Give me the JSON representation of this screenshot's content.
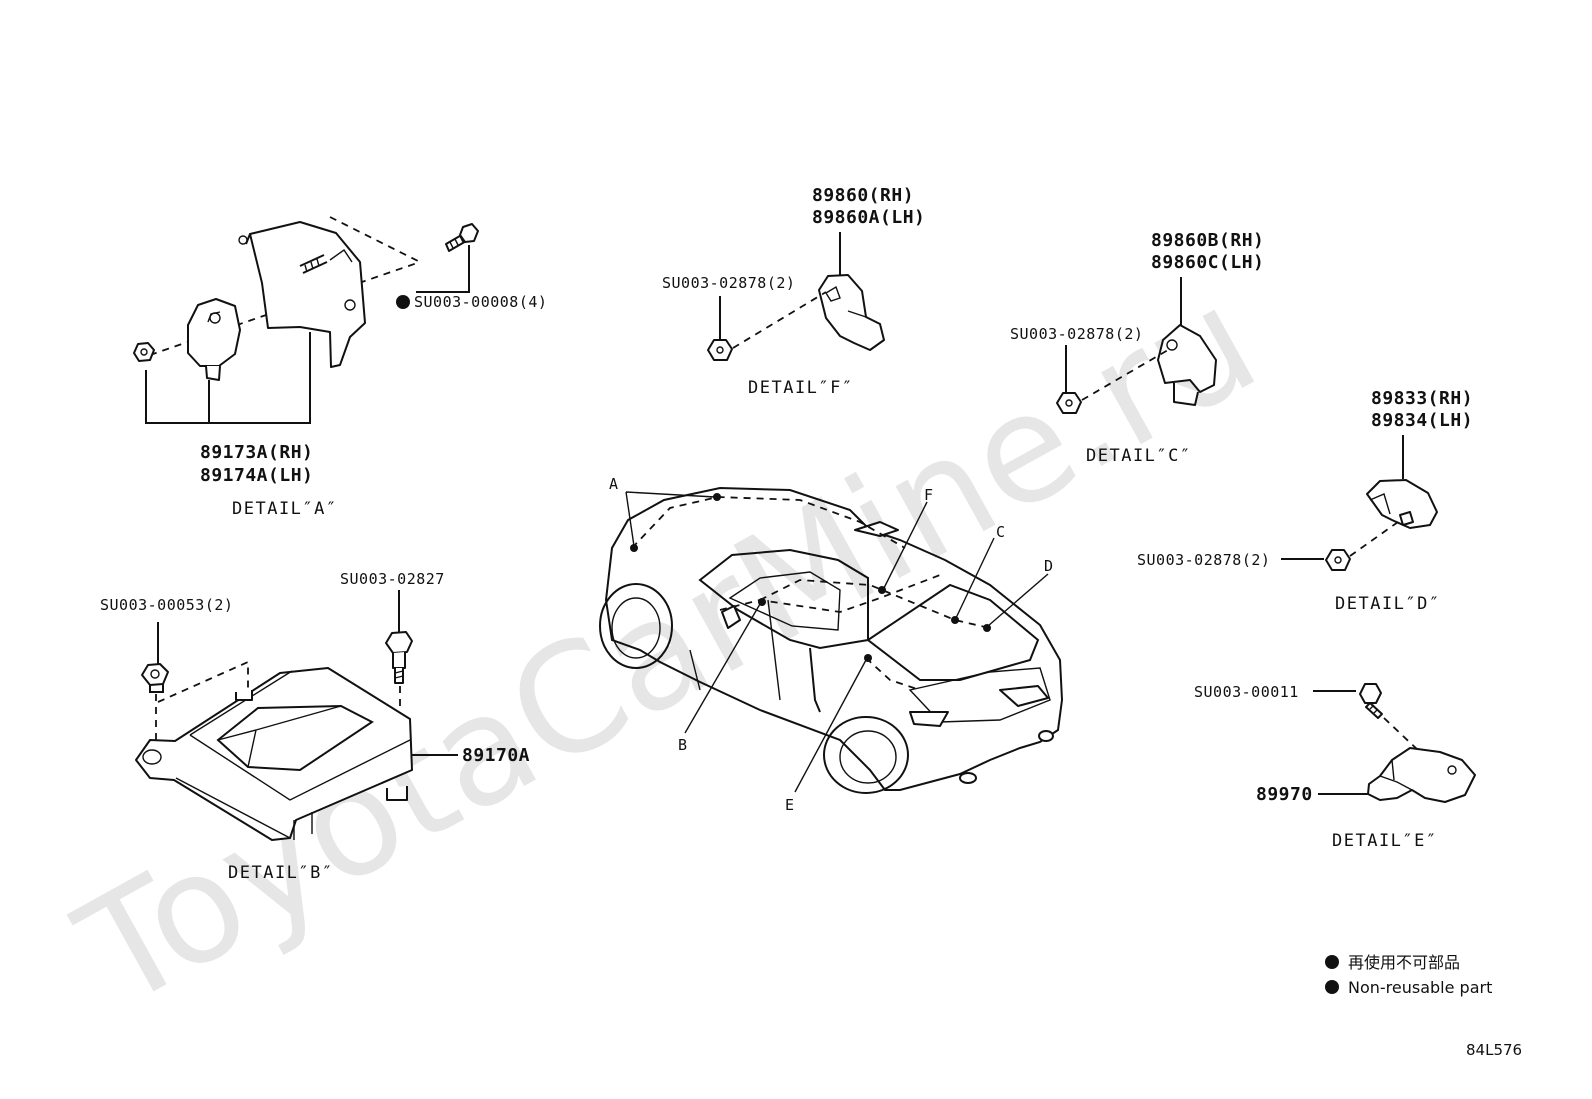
{
  "watermark": "ToyotaCarMine.ru",
  "diagram_code": "84L576",
  "legend": [
    {
      "symbol": "filled-circle",
      "text": "再使用不可部品"
    },
    {
      "symbol": "filled-circle",
      "text": "Non-reusable part"
    }
  ],
  "details": {
    "A": {
      "title": "DETAIL″A″",
      "part_rh": "89173A(RH)",
      "part_lh": "89174A(LH)",
      "fastener": "SU003-00008(4)",
      "fastener_non_reusable": true
    },
    "B": {
      "title": "DETAIL″B″",
      "part": "89170A",
      "nut": "SU003-00053(2)",
      "bolt": "SU003-02827"
    },
    "F": {
      "title": "DETAIL″F″",
      "part_rh": "89860(RH)",
      "part_lh": "89860A(LH)",
      "nut": "SU003-02878(2)"
    },
    "C": {
      "title": "DETAIL″C″",
      "part_rh": "89860B(RH)",
      "part_lh": "89860C(LH)",
      "nut": "SU003-02878(2)"
    },
    "D": {
      "title": "DETAIL″D″",
      "part_rh": "89833(RH)",
      "part_lh": "89834(LH)",
      "nut": "SU003-02878(2)"
    },
    "E": {
      "title": "DETAIL″E″",
      "part": "89970",
      "bolt": "SU003-00011"
    }
  },
  "car_locations": [
    "A",
    "B",
    "C",
    "D",
    "E",
    "F"
  ]
}
